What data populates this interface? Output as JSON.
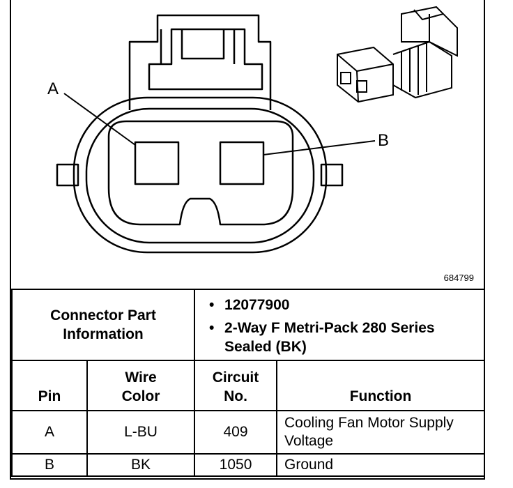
{
  "diagram": {
    "pin_a_label": "A",
    "pin_b_label": "B",
    "figure_id": "684799"
  },
  "connector": {
    "part_info_label": "Connector Part Information",
    "part_number": "12077900",
    "part_description": "2-Way F Metri-Pack 280 Series Sealed (BK)"
  },
  "table": {
    "headers": {
      "pin": "Pin",
      "wire_color": "Wire Color",
      "circuit_no": "Circuit No.",
      "function": "Function"
    },
    "rows": [
      {
        "pin": "A",
        "wire_color": "L-BU",
        "circuit_no": "409",
        "function": "Cooling Fan Motor Supply Voltage"
      },
      {
        "pin": "B",
        "wire_color": "BK",
        "circuit_no": "1050",
        "function": "Ground"
      }
    ]
  }
}
